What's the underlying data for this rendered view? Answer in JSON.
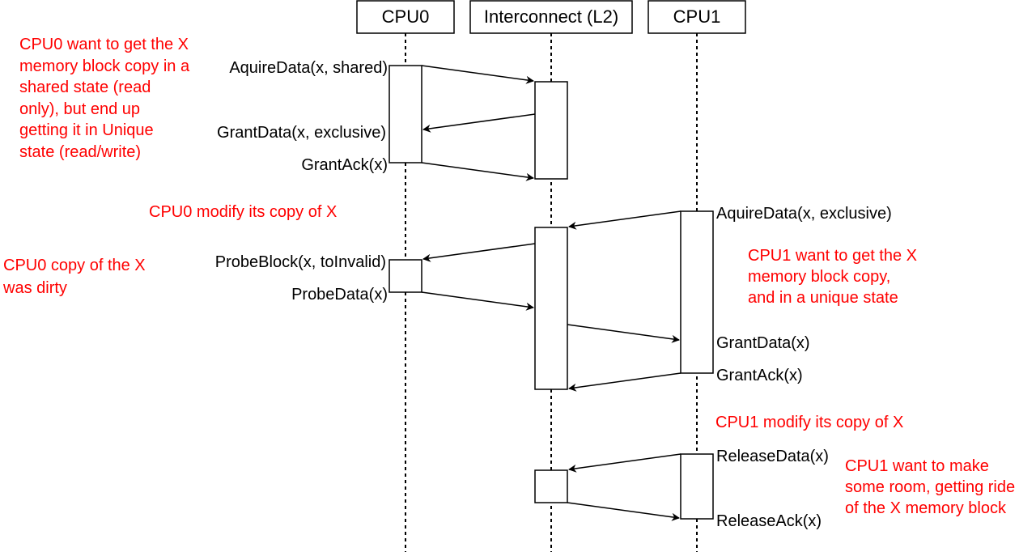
{
  "colors": {
    "line": "#000000",
    "note": "#ff0000",
    "background": "#ffffff"
  },
  "participants": [
    {
      "id": "cpu0",
      "label": "CPU0"
    },
    {
      "id": "l2",
      "label": "Interconnect (L2)"
    },
    {
      "id": "cpu1",
      "label": "CPU1"
    }
  ],
  "messages": [
    {
      "id": "m1",
      "label": "AquireData(x, shared)"
    },
    {
      "id": "m2",
      "label": "GrantData(x, exclusive)"
    },
    {
      "id": "m3",
      "label": "GrantAck(x)"
    },
    {
      "id": "m4",
      "label": "AquireData(x, exclusive)"
    },
    {
      "id": "m5",
      "label": "ProbeBlock(x, toInvalid)"
    },
    {
      "id": "m6",
      "label": "ProbeData(x)"
    },
    {
      "id": "m7",
      "label": "GrantData(x)"
    },
    {
      "id": "m8",
      "label": "GrantAck(x)"
    },
    {
      "id": "m9",
      "label": "ReleaseData(x)"
    },
    {
      "id": "m10",
      "label": "ReleaseAck(x)"
    }
  ],
  "notes": [
    {
      "id": "n1",
      "lines": [
        "CPU0 want to get the X",
        "memory block copy in a",
        "shared state (read",
        "only), but end up",
        "getting it in Unique",
        "state (read/write)"
      ]
    },
    {
      "id": "n2",
      "lines": [
        "CPU0 modify its copy of X"
      ]
    },
    {
      "id": "n3",
      "lines": [
        "CPU0 copy of the X",
        "was dirty"
      ]
    },
    {
      "id": "n4",
      "lines": [
        "CPU1 want to get the X",
        "memory block copy,",
        "and in a unique state"
      ]
    },
    {
      "id": "n5",
      "lines": [
        "CPU1 modify its copy of X"
      ]
    },
    {
      "id": "n6",
      "lines": [
        "CPU1 want to make",
        "some room, getting ride",
        "of the X memory block"
      ]
    }
  ]
}
